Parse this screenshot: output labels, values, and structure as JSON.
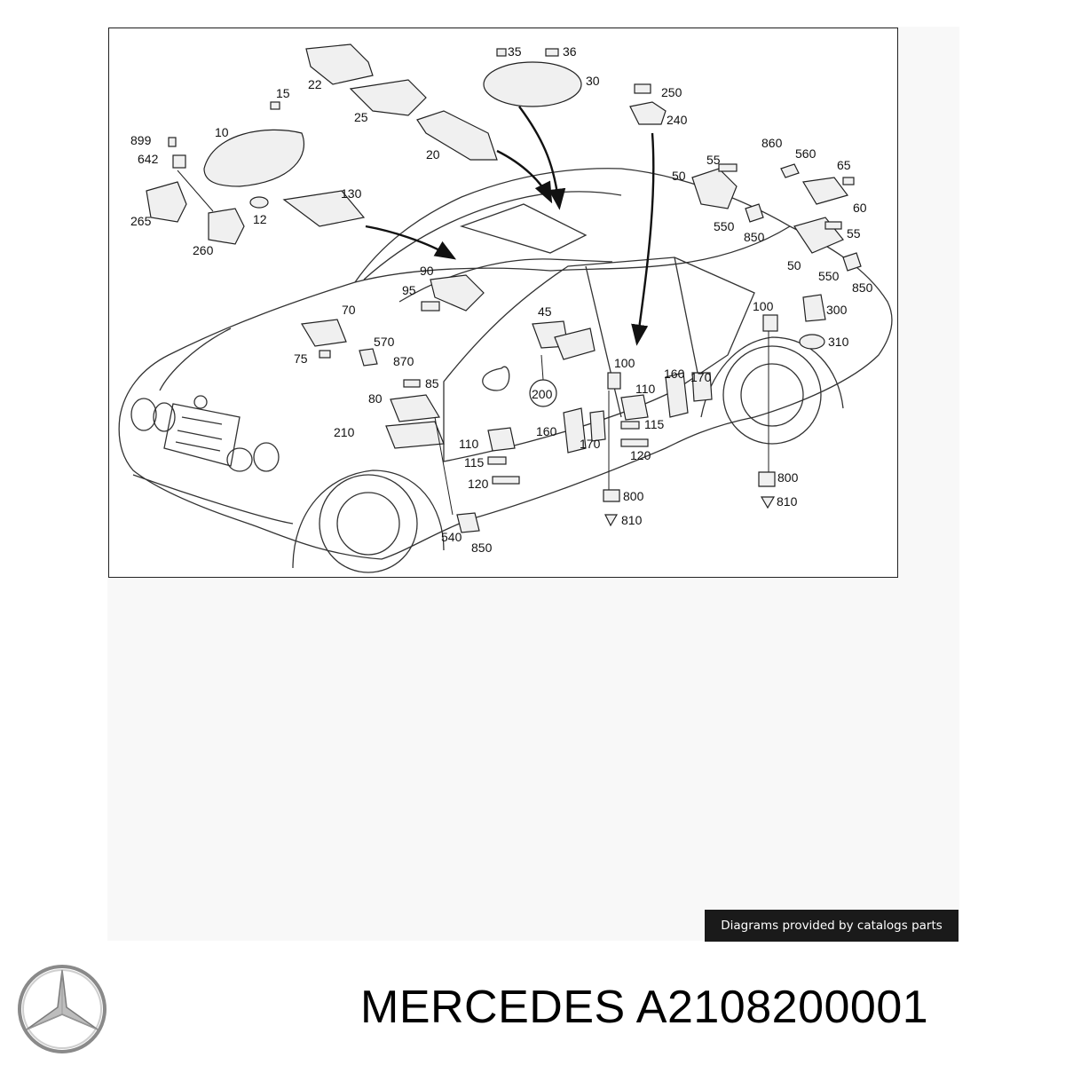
{
  "credit": "Diagrams provided by catalogs parts",
  "title": "MERCEDES A2108200001",
  "logo_icon": "mercedes-star-logo",
  "part_labels": [
    "35",
    "36",
    "22",
    "30",
    "15",
    "25",
    "250",
    "240",
    "899",
    "10",
    "20",
    "642",
    "130",
    "860",
    "560",
    "55",
    "65",
    "50",
    "60",
    "265",
    "12",
    "550",
    "850",
    "55",
    "260",
    "50",
    "550",
    "850",
    "90",
    "95",
    "100",
    "70",
    "300",
    "45",
    "570",
    "310",
    "75",
    "870",
    "100",
    "85",
    "160",
    "170",
    "80",
    "110",
    "200",
    "115",
    "210",
    "160",
    "170",
    "120",
    "110",
    "115",
    "120",
    "800",
    "800",
    "810",
    "540",
    "810",
    "850"
  ],
  "colors": {
    "line": "#222222",
    "badge_bg": "#1a1a1a",
    "badge_text": "#ffffff"
  }
}
